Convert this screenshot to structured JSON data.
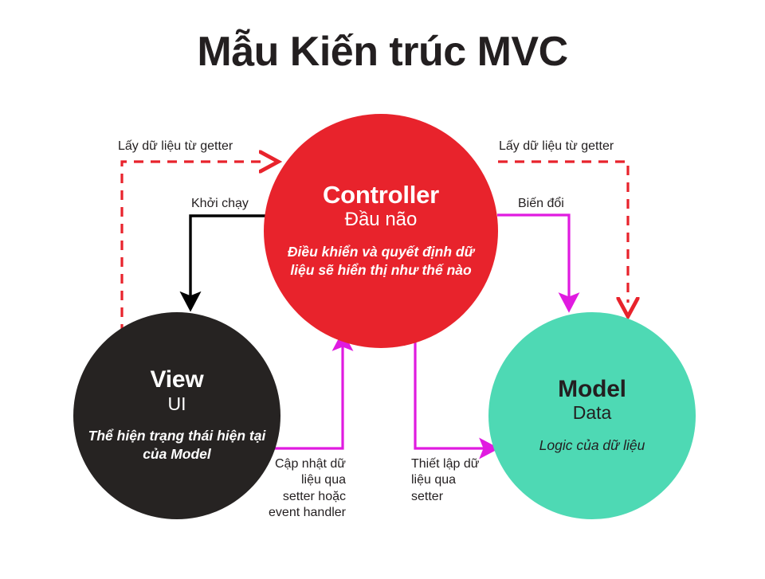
{
  "title": "Mẫu Kiến trúc MVC",
  "colors": {
    "background": "#ffffff",
    "controller": "#e8232c",
    "view": "#262322",
    "model": "#4ed9b4",
    "text_dark": "#231f20",
    "text_light": "#ffffff",
    "arrow_red": "#e8232c",
    "arrow_black": "#000000",
    "arrow_magenta": "#e01be0"
  },
  "nodes": {
    "controller": {
      "title": "Controller",
      "subtitle": "Đầu não",
      "description": "Điều khiển và quyết định dữ liệu sẽ hiển thị như thế nào"
    },
    "view": {
      "title": "View",
      "subtitle": "UI",
      "description": "Thể hiện trạng thái hiện tại của Model"
    },
    "model": {
      "title": "Model",
      "subtitle": "Data",
      "description": "Logic của dữ liệu"
    }
  },
  "edges": {
    "view_to_controller_getter": "Lấy dữ liệu từ getter",
    "controller_to_view_launch": "Khởi chạy",
    "model_to_controller_getter": "Lấy dữ liệu từ getter",
    "controller_to_model_transform": "Biến đổi",
    "view_to_controller_update": "Cập nhật dữ\nliệu qua\nsetter hoặc\nevent handler",
    "controller_to_model_set": "Thiết lập dữ\nliệu qua\nsetter"
  }
}
